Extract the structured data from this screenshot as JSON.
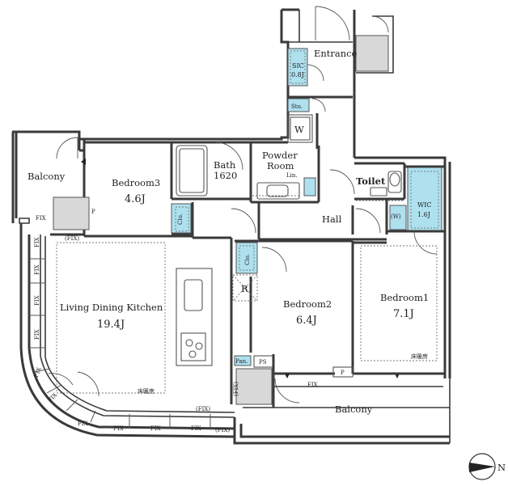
{
  "rooms": {
    "entrance": "Entrance",
    "sic_label": "SIC",
    "sic_size": "0.8J",
    "sto": "Sto.",
    "w": "W",
    "powder_line1": "Powder",
    "powder_line2": "Room",
    "lin": "Lin.",
    "bath_label": "Bath",
    "bath_size": "1620",
    "toilet": "Toilet",
    "wic_label": "WIC",
    "wic_size": "1.6J",
    "wic_w": "(W)",
    "hall": "Hall",
    "bedroom3_label": "Bedroom3",
    "bedroom3_size": "4.6J",
    "bedroom2_label": "Bedroom2",
    "bedroom2_size": "6.4J",
    "bedroom1_label": "Bedroom1",
    "bedroom1_size": "7.1J",
    "ldk_label": "Living Dining Kitchen",
    "ldk_size": "19.4J",
    "balcony_left": "Balcony",
    "balcony_bottom": "Balcony",
    "clo": "Clo.",
    "pan": "Pan.",
    "ps": "PS",
    "r": "R",
    "p": "P",
    "floor_heating": "床暖房"
  },
  "fix_labels": {
    "fix": "FIX",
    "fix_paren": "(FIX)"
  },
  "compass": {
    "north": "N"
  }
}
